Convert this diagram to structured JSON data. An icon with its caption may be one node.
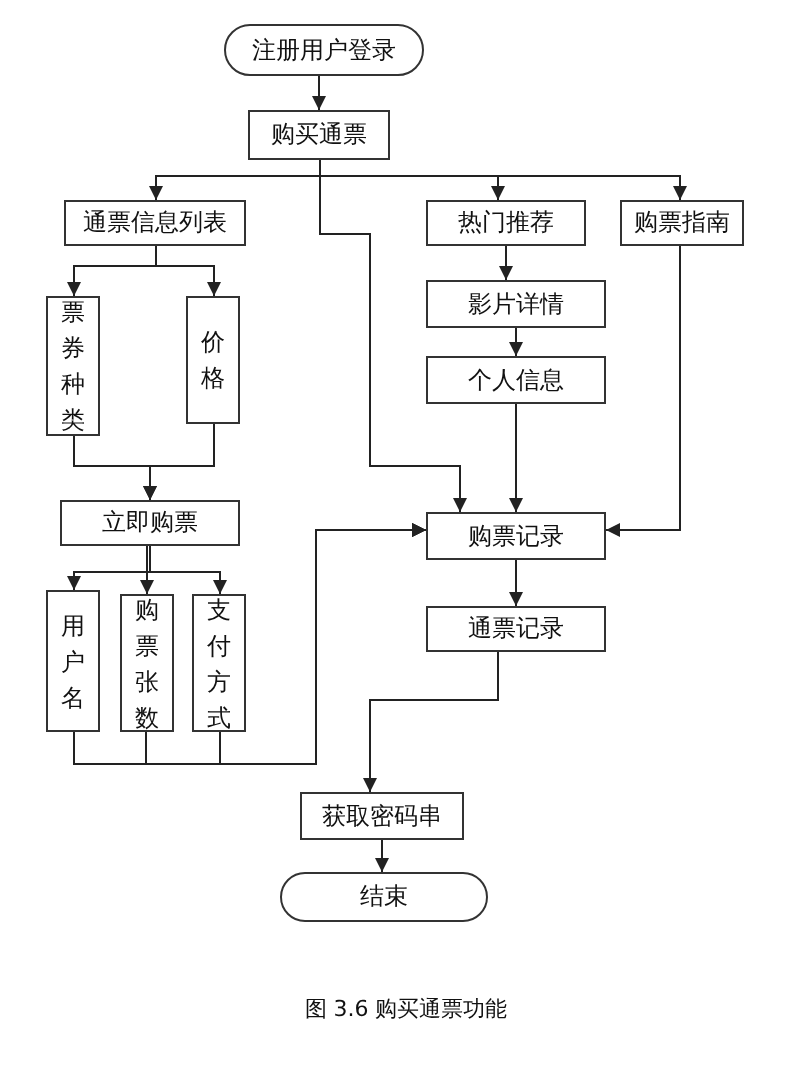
{
  "diagram": {
    "caption": "图 3.6 购买通票功能",
    "nodes": [
      {
        "text": [
          "注册用户登录"
        ]
      },
      {
        "text": [
          "购买通票"
        ]
      },
      {
        "text": [
          "通票信息列表"
        ]
      },
      {
        "text": [
          "热门推荐"
        ]
      },
      {
        "text": [
          "购票指南"
        ]
      },
      {
        "text": [
          "票券种类"
        ]
      },
      {
        "text": [
          "价格"
        ]
      },
      {
        "text": [
          "影片详情"
        ]
      },
      {
        "text": [
          "个人信息"
        ]
      },
      {
        "text": [
          "立即购票"
        ]
      },
      {
        "text": [
          "购票记录"
        ]
      },
      {
        "text": [
          "用户名"
        ]
      },
      {
        "text": [
          "购票张数"
        ]
      },
      {
        "text": [
          "支付方式"
        ]
      },
      {
        "text": [
          "通票记录"
        ]
      },
      {
        "text": [
          "获取密码串"
        ]
      },
      {
        "text": [
          "结束"
        ]
      }
    ],
    "edges": [
      {
        "from": 0,
        "to": 1,
        "arrow": "to"
      },
      {
        "from": 1,
        "to": 2,
        "arrow": "to"
      },
      {
        "from": 1,
        "to": 3,
        "arrow": "to"
      },
      {
        "from": 1,
        "to": 4,
        "arrow": "to"
      },
      {
        "from": 1,
        "to": 10,
        "arrow": "to"
      },
      {
        "from": 2,
        "to": 5,
        "arrow": "to"
      },
      {
        "from": 2,
        "to": 6,
        "arrow": "to"
      },
      {
        "from": 3,
        "to": 7,
        "arrow": "to"
      },
      {
        "from": 7,
        "to": 8,
        "arrow": "to"
      },
      {
        "from": 8,
        "to": 10,
        "arrow": "to"
      },
      {
        "from": 4,
        "to": 10,
        "arrow": "to"
      },
      {
        "from": 5,
        "to": 9,
        "arrow": "to"
      },
      {
        "from": 6,
        "to": 9,
        "arrow": "to"
      },
      {
        "from": 9,
        "to": 11,
        "arrow": "to"
      },
      {
        "from": 9,
        "to": 12,
        "arrow": "to"
      },
      {
        "from": 9,
        "to": 13,
        "arrow": "to"
      },
      {
        "from": 11,
        "to": 10,
        "arrow": "to"
      },
      {
        "from": 12,
        "to": 10,
        "arrow": "to"
      },
      {
        "from": 13,
        "to": 10,
        "arrow": "to"
      },
      {
        "from": 10,
        "to": 14,
        "arrow": "to"
      },
      {
        "from": 14,
        "to": 15,
        "arrow": "to"
      },
      {
        "from": 15,
        "to": 16,
        "arrow": "to"
      }
    ]
  }
}
